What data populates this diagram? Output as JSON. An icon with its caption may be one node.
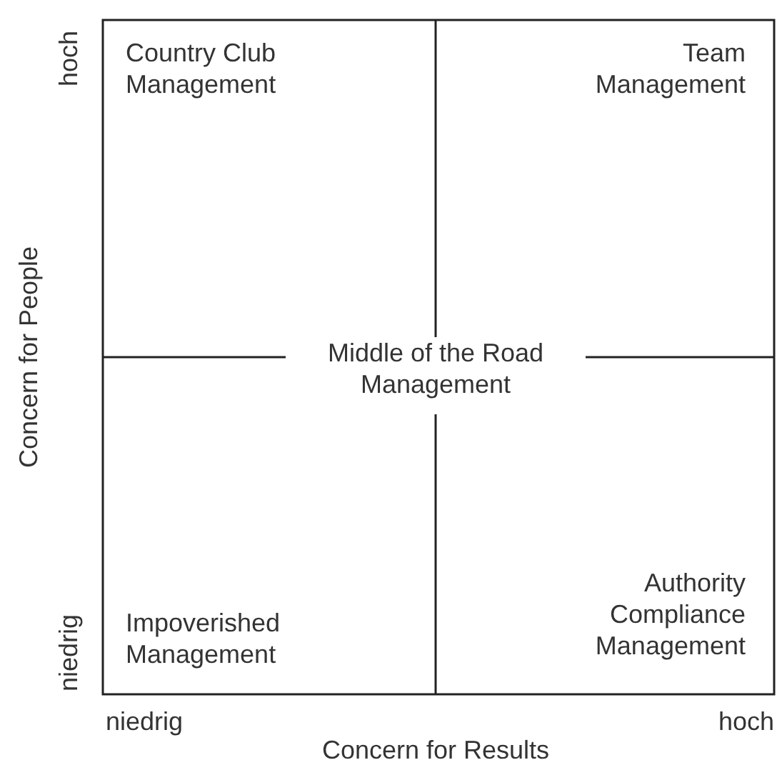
{
  "diagram": {
    "labels": [
      "hoch",
      "Country Club Management",
      "Team Management",
      "Concern for People",
      "Middle of the Road Management",
      "niedrig",
      "Impoverished Management",
      "Authority Compliance Management",
      "niedrig",
      "hoch",
      "Concern for Results"
    ]
  }
}
